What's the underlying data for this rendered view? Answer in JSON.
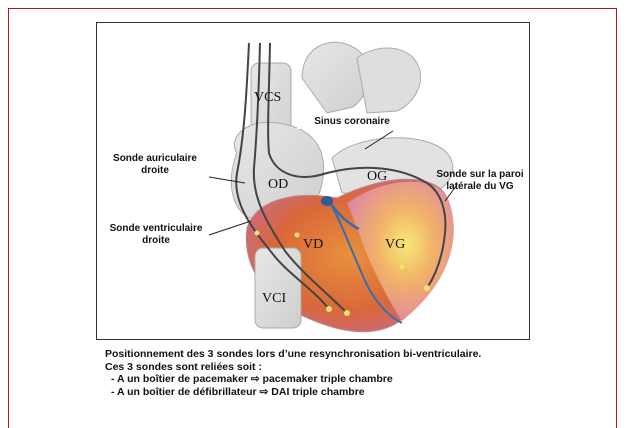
{
  "diagram": {
    "labels": {
      "vcs": "VCS",
      "od": "OD",
      "og": "OG",
      "vd": "VD",
      "vg": "VG",
      "vci": "VCI",
      "sinus": "Sinus coronaire",
      "sonde_auriculaire": "Sonde auriculaire droite",
      "sonde_ventriculaire": "Sonde ventriculaire droite",
      "sonde_paroi": "Sonde sur la paroi latérale du VG"
    }
  },
  "caption": {
    "line1": "Positionnement des 3 sondes lors d’une resynchronisation bi-ventriculaire.",
    "line2": "Ces 3 sondes sont reliées soit :",
    "items": [
      "-  A un boîtier de pacemaker ⇨ pacemaker triple chambre",
      "-  A un boîtier de défibrillateur ⇨ DAI triple chambre"
    ]
  }
}
